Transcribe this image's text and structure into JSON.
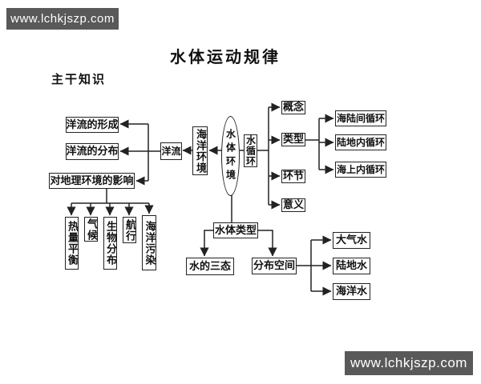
{
  "banners": {
    "top_left": "www.lchkjszp.com",
    "bottom_right": "www.lchkjszp.com"
  },
  "title": "水体运动规律",
  "section_label": "主干知识",
  "map": {
    "center": "水体环境",
    "marine": {
      "environment": "海洋环境",
      "current": "洋流",
      "formation": "洋流的形成",
      "distribution": "洋流的分布",
      "impact": "对地理环境的影响",
      "impact_items": [
        "热量平衡",
        "气候",
        "生物分布",
        "航行",
        "海洋污染"
      ]
    },
    "water_cycle": {
      "label": "水循环",
      "aspects": [
        "概念",
        "类型",
        "环节",
        "意义"
      ],
      "types": [
        "海陆间循环",
        "陆地内循环",
        "海上内循环"
      ]
    },
    "water_body_types": {
      "label": "水体类型",
      "three_states": "水的三态",
      "distribution_space": "分布空间",
      "space_items": [
        "大气水",
        "陆地水",
        "海洋水"
      ]
    }
  },
  "colors": {
    "canvas_bg": "#ffffff",
    "banner_bg": "#595959",
    "banner_text": "#ffffff",
    "line": "#222222",
    "text": "#111111"
  }
}
